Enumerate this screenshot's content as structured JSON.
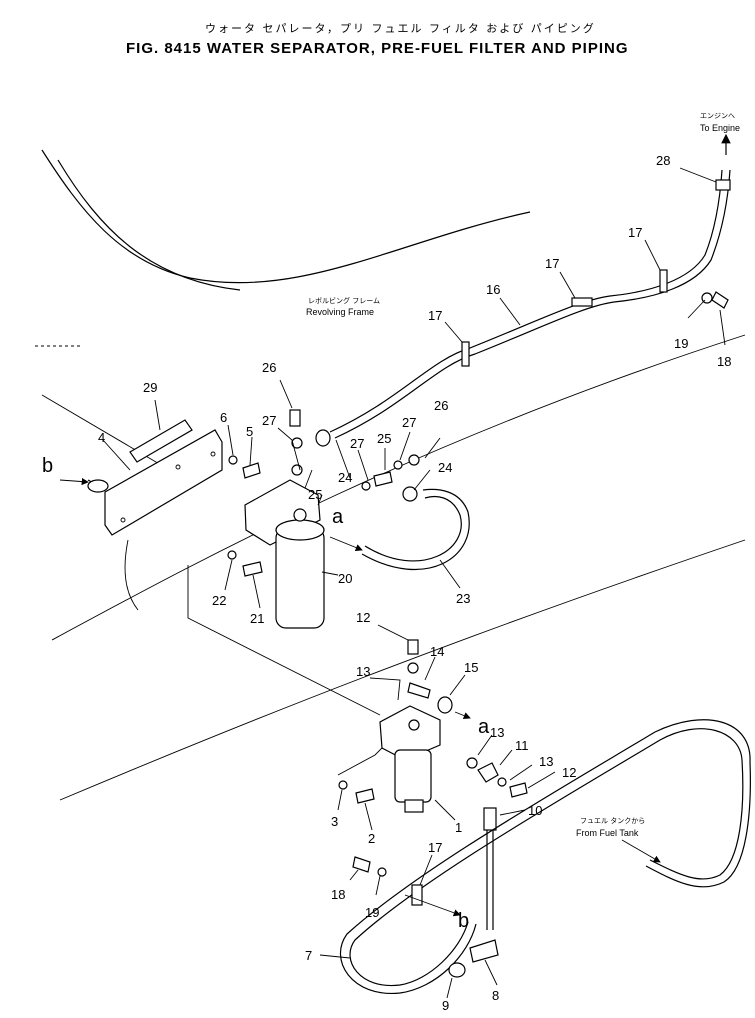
{
  "title": {
    "japanese": "ウォータ セパレータ，プリ フュエル フィルタ および パイピング",
    "english": "FIG. 8415  WATER SEPARATOR, PRE-FUEL FILTER AND PIPING"
  },
  "annotations": {
    "engine_jp": "エンジンへ",
    "engine_en": "To Engine",
    "frame_jp": "レボルビング フレーム",
    "frame_en": "Revolving Frame",
    "tank_jp": "フュエル タンクから",
    "tank_en": "From Fuel Tank"
  },
  "callouts": [
    {
      "id": "c28",
      "text": "28"
    },
    {
      "id": "c17a",
      "text": "17"
    },
    {
      "id": "c17b",
      "text": "17"
    },
    {
      "id": "c16",
      "text": "16"
    },
    {
      "id": "c17c",
      "text": "17"
    },
    {
      "id": "c19a",
      "text": "19"
    },
    {
      "id": "c18a",
      "text": "18"
    },
    {
      "id": "c29",
      "text": "29"
    },
    {
      "id": "c26a",
      "text": "26"
    },
    {
      "id": "c4",
      "text": "4"
    },
    {
      "id": "c6",
      "text": "6"
    },
    {
      "id": "c5",
      "text": "5"
    },
    {
      "id": "c27a",
      "text": "27"
    },
    {
      "id": "c27b",
      "text": "27"
    },
    {
      "id": "c25a",
      "text": "25"
    },
    {
      "id": "c26b",
      "text": "26"
    },
    {
      "id": "c27c",
      "text": "27"
    },
    {
      "id": "c25b",
      "text": "25"
    },
    {
      "id": "c24a",
      "text": "24"
    },
    {
      "id": "c24b",
      "text": "24"
    },
    {
      "id": "c20",
      "text": "20"
    },
    {
      "id": "c22",
      "text": "22"
    },
    {
      "id": "c21",
      "text": "21"
    },
    {
      "id": "c23",
      "text": "23"
    },
    {
      "id": "c12a",
      "text": "12"
    },
    {
      "id": "c14",
      "text": "14"
    },
    {
      "id": "c13a",
      "text": "13"
    },
    {
      "id": "c15",
      "text": "15"
    },
    {
      "id": "c13b",
      "text": "13"
    },
    {
      "id": "c11",
      "text": "11"
    },
    {
      "id": "c13c",
      "text": "13"
    },
    {
      "id": "c12b",
      "text": "12"
    },
    {
      "id": "c10",
      "text": "10"
    },
    {
      "id": "c3",
      "text": "3"
    },
    {
      "id": "c2",
      "text": "2"
    },
    {
      "id": "c1",
      "text": "1"
    },
    {
      "id": "c17d",
      "text": "17"
    },
    {
      "id": "c18b",
      "text": "18"
    },
    {
      "id": "c19b",
      "text": "19"
    },
    {
      "id": "c7",
      "text": "7"
    },
    {
      "id": "c9",
      "text": "9"
    },
    {
      "id": "c8",
      "text": "8"
    }
  ],
  "letters": {
    "a1": "a",
    "a2": "a",
    "b1": "b",
    "b2": "b"
  }
}
